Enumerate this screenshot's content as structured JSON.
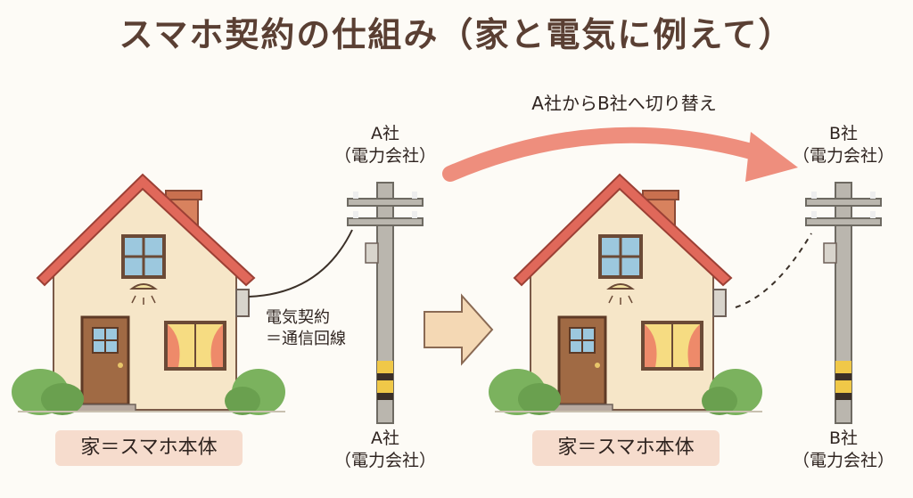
{
  "title": "スマホ契約の仕組み（家と電気に例えて）",
  "switch_label": "A社からB社へ切り替え",
  "contract_label": [
    "電気契約",
    "＝通信回線"
  ],
  "left": {
    "company_top": [
      "A社",
      "（電力会社）"
    ],
    "company_bottom": [
      "A社",
      "（電力会社）"
    ],
    "house_tag": "家＝スマホ本体"
  },
  "right": {
    "company_top": [
      "B社",
      "（電力会社）"
    ],
    "company_bottom": [
      "B社",
      "（電力会社）"
    ],
    "house_tag": "家＝スマホ本体"
  },
  "colors": {
    "roof": "#e0685a",
    "wall": "#f6e6c8",
    "arrow": "#ee8e7d",
    "pole": "#b9b6ae",
    "bush": "#7bb25e",
    "tag": "#f6dccd"
  }
}
